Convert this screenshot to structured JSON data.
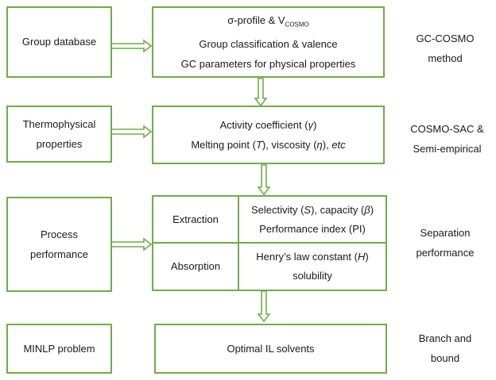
{
  "rows": [
    {
      "left": [
        "Group database"
      ],
      "main": [
        {
          "parts": [
            {
              "t": "σ-profile & V"
            },
            {
              "t": "COSMO",
              "sub": true
            }
          ]
        },
        {
          "parts": [
            {
              "t": "Group classification & valence"
            }
          ]
        },
        {
          "parts": [
            {
              "t": "GC parameters for physical properties"
            }
          ]
        }
      ],
      "right": [
        "GC-COSMO",
        "method"
      ]
    },
    {
      "left": [
        "Thermophysical",
        "properties"
      ],
      "main": [
        {
          "parts": [
            {
              "t": "Activity coefficient ("
            },
            {
              "t": "γ",
              "it": true
            },
            {
              "t": ")"
            }
          ]
        },
        {
          "parts": [
            {
              "t": "Melting point ("
            },
            {
              "t": "T",
              "it": true
            },
            {
              "t": "), viscosity ("
            },
            {
              "t": "η",
              "it": true
            },
            {
              "t": "), "
            },
            {
              "t": "etc",
              "it": true
            }
          ]
        }
      ],
      "right": [
        "COSMO-SAC &",
        "Semi-empirical"
      ]
    },
    {
      "left": [
        "Process",
        "performance"
      ],
      "extraction": {
        "label": "Extraction",
        "lines": [
          {
            "parts": [
              {
                "t": "Selectivity ("
              },
              {
                "t": "S",
                "it": true
              },
              {
                "t": "), capacity ("
              },
              {
                "t": "β",
                "it": true
              },
              {
                "t": ")"
              }
            ]
          },
          {
            "parts": [
              {
                "t": "Performance index (PI)"
              }
            ]
          }
        ]
      },
      "absorption": {
        "label": "Absorption",
        "lines": [
          {
            "parts": [
              {
                "t": "Henry’s law constant ("
              },
              {
                "t": "H",
                "it": true
              },
              {
                "t": ")"
              }
            ]
          },
          {
            "parts": [
              {
                "t": "solubility"
              }
            ]
          }
        ]
      },
      "right": [
        "Separation",
        "performance"
      ]
    },
    {
      "left": [
        "MINLP problem"
      ],
      "main": [
        {
          "parts": [
            {
              "t": "Optimal IL solvents"
            }
          ]
        }
      ],
      "right": [
        "Branch and",
        "bound"
      ]
    }
  ],
  "colors": {
    "border": "#70ad47",
    "text": "#1a1a1a"
  }
}
